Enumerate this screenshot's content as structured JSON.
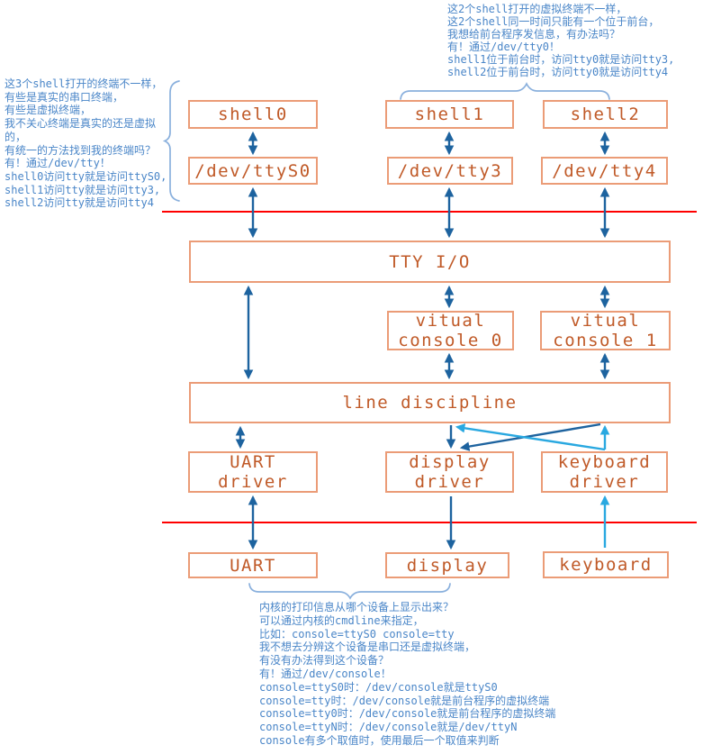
{
  "colors": {
    "box_border": "#eb9c77",
    "box_text": "#c05a28",
    "arrow_dark": "#1d639f",
    "arrow_cyan": "#29a8e0",
    "divider_red": "#ff0000",
    "annotation_text": "#4a86c8",
    "brace": "#8ab0dd"
  },
  "nodes": {
    "shell0": "shell0",
    "shell1": "shell1",
    "shell2": "shell2",
    "dev_ttys0": "/dev/ttyS0",
    "dev_tty3": "/dev/tty3",
    "dev_tty4": "/dev/tty4",
    "tty_io": "TTY I/O",
    "vc0": "vitual\nconsole 0",
    "vc1": "vitual\nconsole 1",
    "line_discipline": "line discipline",
    "uart_driver": "UART\ndriver",
    "display_driver": "display\ndriver",
    "keyboard_driver": "keyboard\ndriver",
    "uart": "UART",
    "display": "display",
    "keyboard": "keyboard"
  },
  "annotations": {
    "left": {
      "lines": [
        "这3个shell打开的终端不一样，",
        "有些是真实的串口终端，",
        "有些是虚拟终端，",
        "我不关心终端是真实的还是虚拟的，",
        "有统一的方法找到我的终端吗？",
        "有！通过/dev/tty！",
        "shell0访问tty就是访问ttyS0,",
        "shell1访问tty就是访问tty3,",
        "shell2访问tty就是访问tty4"
      ]
    },
    "top_right": {
      "lines": [
        "这2个shell打开的虚拟终端不一样，",
        "这2个shell同一时间只能有一个位于前台，",
        "我想给前台程序发信息，有办法吗？",
        "有！通过/dev/tty0！",
        "shell1位于前台时，访问tty0就是访问tty3,",
        "shell2位于前台时，访问tty0就是访问tty4"
      ]
    },
    "bottom": {
      "lines": [
        "内核的打印信息从哪个设备上显示出来？",
        "可以通过内核的cmdline来指定，",
        "比如：console=ttyS0 console=tty",
        "我不想去分辨这个设备是串口还是虚拟终端，",
        "有没有办法得到这个设备？",
        "有！通过/dev/console！",
        "console=ttyS0时：/dev/console就是ttyS0",
        "console=tty时：/dev/console就是前台程序的虚拟终端",
        "console=tty0时：/dev/console就是前台程序的虚拟终端",
        "console=ttyN时：/dev/console就是/dev/ttyN",
        "console有多个取值时，使用最后一个取值来判断"
      ]
    }
  },
  "edges": [
    {
      "name": "arrow-shell0-devttys0",
      "from": "shell0",
      "to": "dev_ttys0",
      "color": "dark",
      "arrows": "both",
      "points": [
        281,
        148,
        281,
        170
      ]
    },
    {
      "name": "arrow-shell1-devtty3",
      "from": "shell1",
      "to": "dev_tty3",
      "color": "dark",
      "arrows": "both",
      "points": [
        499,
        148,
        499,
        170
      ]
    },
    {
      "name": "arrow-shell2-devtty4",
      "from": "shell2",
      "to": "dev_tty4",
      "color": "dark",
      "arrows": "both",
      "points": [
        672,
        148,
        672,
        170
      ]
    },
    {
      "name": "arrow-devttys0-ttyio",
      "from": "dev_ttys0",
      "to": "tty_io",
      "color": "dark",
      "arrows": "both",
      "points": [
        281,
        210,
        281,
        262
      ]
    },
    {
      "name": "arrow-devtty3-ttyio",
      "from": "dev_tty3",
      "to": "tty_io",
      "color": "dark",
      "arrows": "both",
      "points": [
        499,
        210,
        499,
        262
      ]
    },
    {
      "name": "arrow-devtty4-ttyio",
      "from": "dev_tty4",
      "to": "tty_io",
      "color": "dark",
      "arrows": "both",
      "points": [
        672,
        210,
        672,
        262
      ]
    },
    {
      "name": "arrow-ttyio-linedisc",
      "from": "tty_io",
      "to": "line_discipline",
      "color": "dark",
      "arrows": "both",
      "points": [
        276,
        319,
        276,
        419
      ]
    },
    {
      "name": "arrow-ttyio-vc0",
      "from": "tty_io",
      "to": "vc0",
      "color": "dark",
      "arrows": "both",
      "points": [
        499,
        319,
        499,
        340
      ]
    },
    {
      "name": "arrow-ttyio-vc1",
      "from": "tty_io",
      "to": "vc1",
      "color": "dark",
      "arrows": "both",
      "points": [
        672,
        319,
        672,
        340
      ]
    },
    {
      "name": "arrow-vc0-linedisc",
      "from": "vc0",
      "to": "line_discipline",
      "color": "dark",
      "arrows": "both",
      "points": [
        499,
        394,
        499,
        419
      ]
    },
    {
      "name": "arrow-vc1-linedisc",
      "from": "vc1",
      "to": "line_discipline",
      "color": "dark",
      "arrows": "both",
      "points": [
        672,
        394,
        672,
        419
      ]
    },
    {
      "name": "arrow-linedisc-uartdrv",
      "from": "line_discipline",
      "to": "uart_driver",
      "color": "dark",
      "arrows": "both",
      "points": [
        267,
        475,
        267,
        496
      ]
    },
    {
      "name": "arrow-linedisc-displaydrv",
      "from": "line_discipline",
      "to": "display_driver",
      "color": "dark",
      "arrows": "end",
      "points": [
        501,
        472,
        501,
        496
      ]
    },
    {
      "name": "arrow-linedisc-displaydrv-diagonal",
      "from": "line_discipline",
      "to": "display_driver",
      "color": "dark",
      "arrows": "end",
      "points": [
        667,
        471,
        513,
        497
      ]
    },
    {
      "name": "arrow-kbddrv-linedisc-diagonal",
      "from": "keyboard_driver",
      "to": "line_discipline",
      "color": "cyan",
      "arrows": "end",
      "points": [
        672,
        499,
        508,
        474
      ]
    },
    {
      "name": "arrow-kbddrv-linedisc",
      "from": "keyboard_driver",
      "to": "line_discipline",
      "color": "cyan",
      "arrows": "end",
      "points": [
        672,
        499,
        672,
        474
      ]
    },
    {
      "name": "arrow-uartdrv-uart",
      "from": "uart_driver",
      "to": "uart",
      "color": "dark",
      "arrows": "both",
      "points": [
        281,
        552,
        281,
        608
      ]
    },
    {
      "name": "arrow-displaydrv-display",
      "from": "display_driver",
      "to": "display",
      "color": "dark",
      "arrows": "end",
      "points": [
        501,
        551,
        501,
        608
      ]
    },
    {
      "name": "arrow-keyboard-kbddrv",
      "from": "keyboard",
      "to": "keyboard_driver",
      "color": "cyan",
      "arrows": "end",
      "points": [
        672,
        608,
        672,
        552
      ]
    }
  ]
}
